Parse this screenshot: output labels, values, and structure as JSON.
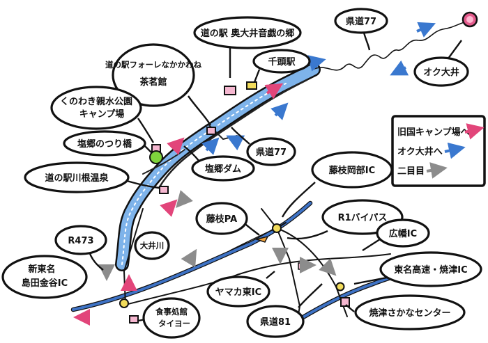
{
  "labels": {
    "michi_oigawa_otogi": "道の駅 奥大井音戯の郷",
    "senzu_station": "千頭駅",
    "kendo77_top": "県道77",
    "okuoi": "オク大井",
    "michi_forest_nakakawane": "道の駅フォーレなかかわね",
    "chakirikan": "茶茗館",
    "kunowaki_camp_1": "くのわき親水公園",
    "kunowaki_camp_2": "キャンプ場",
    "shiogo_bridge": "塩郷のつり橋",
    "michi_kawane_onsen": "道の駅川根温泉",
    "shiogo_dam": "塩郷ダム",
    "kendo77_mid": "県道77",
    "r473": "R473",
    "oigawa_river": "大井川",
    "shin_tomei_1": "新東名",
    "shin_tomei_2": "島田金谷IC",
    "restaurant_1": "食事処館",
    "restaurant_2": "タイヨー",
    "fujieda_okabe_ic": "藤枝岡部IC",
    "fujieda_pa": "藤枝PA",
    "r1_bypass": "R1バイパス",
    "hirohata_ic": "広幡IC",
    "tomei_yaizu_1": "東名高速・焼津IC",
    "yamaka_east_ic": "ヤマカ東IC",
    "kendo81": "県道81",
    "yaizu_fish_center": "焼津さかなセンター"
  },
  "legend": {
    "item_camp": "旧国キャンプ場へ",
    "item_okuoi": "オク大井へ",
    "item_nimoku": "二目目"
  },
  "colors": {
    "river_blue": "#4a8fd6",
    "road_blue": "#3e73c6",
    "arrow_pink": "#e2457a",
    "arrow_blue": "#3a78cf",
    "arrow_gray": "#8c8c8c",
    "marker_pink": "#e35b8c",
    "marker_green": "#7fd33c",
    "marker_yellow": "#f2dc5b",
    "marker_orange": "#f2a43c"
  }
}
